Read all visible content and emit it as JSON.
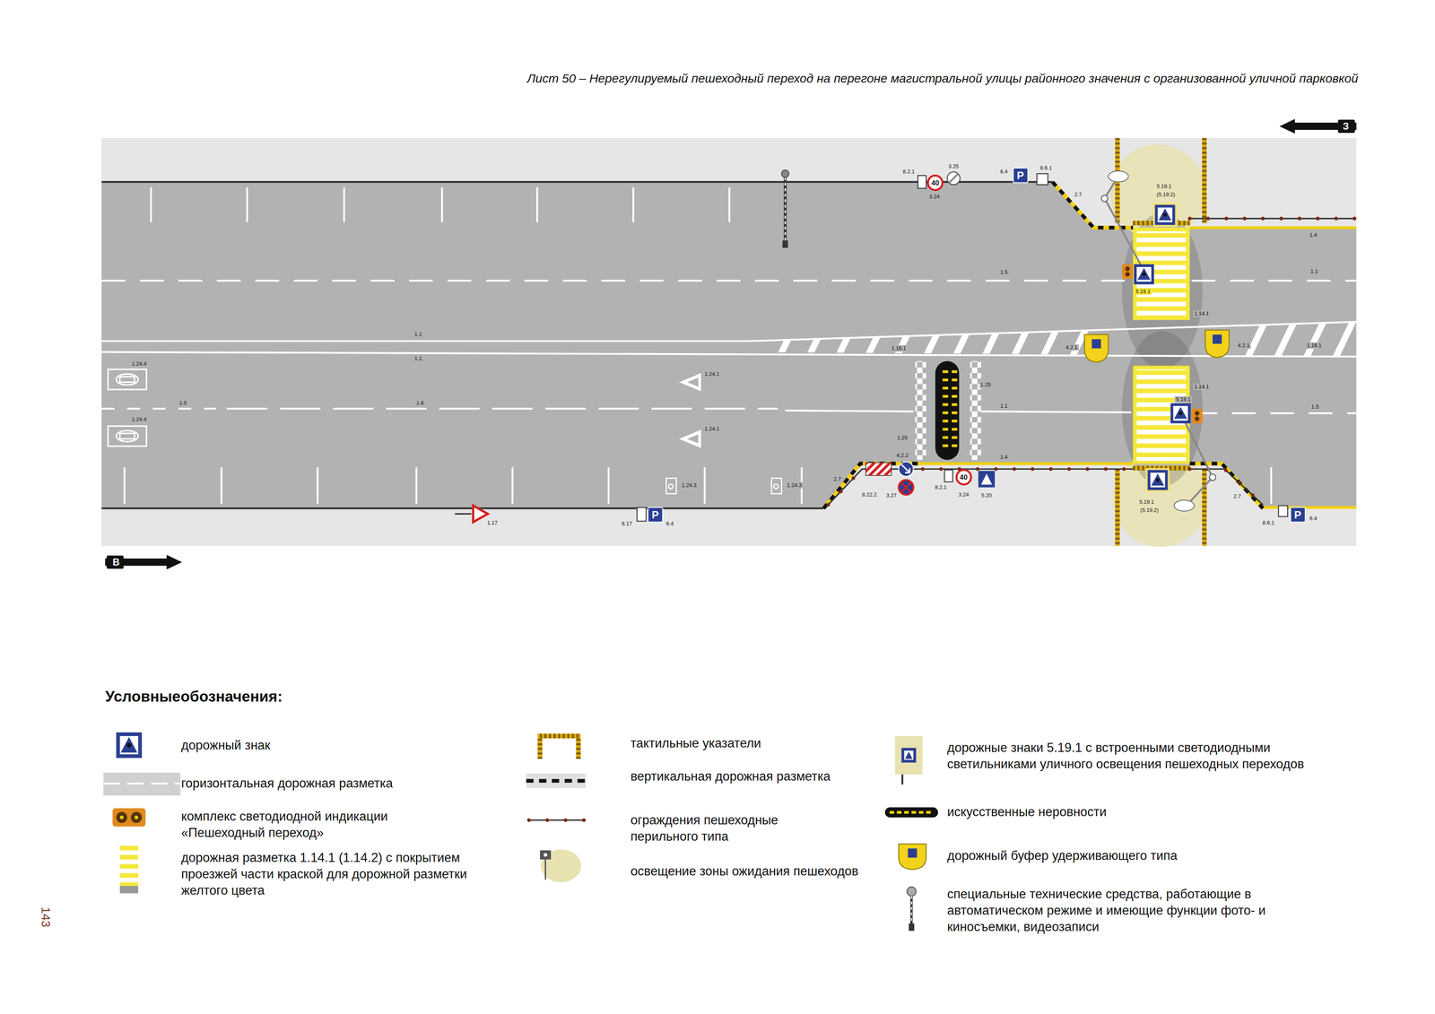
{
  "diagram": {
    "title": "Лист 50 – Нерегулируемый пешеходный переход на перегоне магистральной улицы районного значения с организованной уличной парковкой",
    "nodes": [
      {
        "text": [
          "З"
        ]
      },
      {
        "text": [
          "P"
        ]
      },
      {
        "text": [
          "40"
        ]
      },
      {
        "text": [
          "40"
        ]
      },
      {
        "text": [
          "P"
        ]
      },
      {
        "text": [
          "P"
        ]
      },
      {
        "text": [
          "В"
        ]
      }
    ],
    "labels": [
      "8.2.1",
      "3.25",
      "3.24",
      "6.4",
      "8.6.1",
      "2.7",
      "5.19.1",
      "(5.19.2)",
      "1.4",
      "5.19.1",
      "1.5",
      "1.1",
      "1.14.1",
      "4.2.1",
      "4.2.1",
      "1.16.1",
      "1.16.1",
      "1.1",
      "1.1",
      "1.24.4",
      "1.24.4",
      "1.5",
      "1.6",
      "1.24.1",
      "1.24.1",
      "1.25",
      "1.25",
      "1.1",
      "1.14.1",
      "5.19.1",
      "1.5",
      "1.4",
      "4.2.2",
      "2.7",
      "8.22.2",
      "3.27",
      "8.2.1",
      "3.24",
      "5.20",
      "1.24.3",
      "1.24.3",
      "1.17",
      "8.17",
      "6.4",
      "5.19.1",
      "(5.19.2)",
      "2.7",
      "8.6.1",
      "6.4",
      "Условныеобозначения:",
      "143"
    ],
    "legend": [
      {
        "text": "дорожный знак"
      },
      {
        "text": "горизонтальная дорожная разметка"
      },
      {
        "text": "комплекс светодиодной индикации «Пешеходный переход»"
      },
      {
        "text": "дорожная разметка 1.14.1 (1.14.2) с покрытием проезжей части краской для дорожной разметки желтого цвета"
      },
      {
        "text": "тактильные указатели"
      },
      {
        "text": "вертикальная дорожная разметка"
      },
      {
        "text": "ограждения пешеходные перильного типа"
      },
      {
        "text": "освещение зоны ожидания пешеходов"
      },
      {
        "text": "дорожные знаки 5.19.1 с встроенными светодиодными светильниками уличного освещения пешеходных переходов"
      },
      {
        "text": "искусственные неровности"
      },
      {
        "text": "дорожный буфер удерживающего типа"
      },
      {
        "text": "специальные технические средства, работающие в автоматическом режиме и имеющие функции фото- и киносъемки, видеозаписи"
      }
    ]
  }
}
